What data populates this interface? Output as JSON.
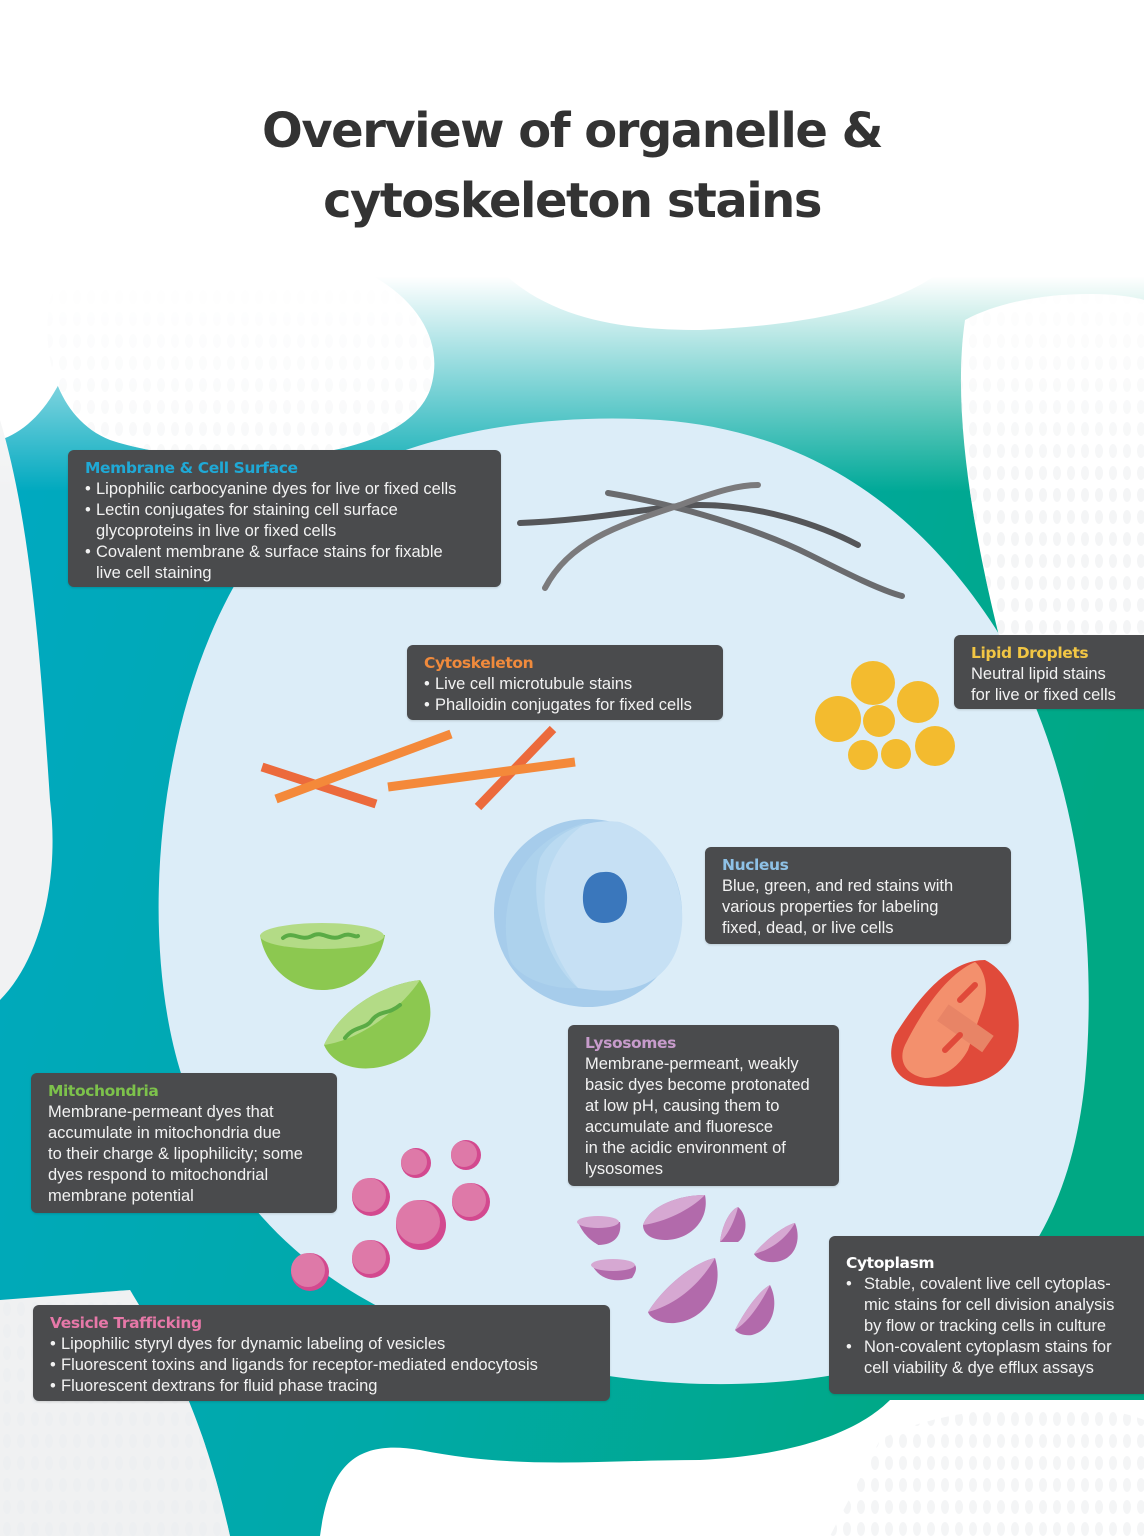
{
  "title": {
    "line1": "Overview of organelle &",
    "line2": "cytoskeleton stains"
  },
  "colors": {
    "card_background": "#4a4b4d",
    "cell_interior": "#dcedf8",
    "membrane_teal": "#00a7b5",
    "membrane_green": "#00a88a",
    "membrane_heading": "#1fa9d6",
    "cytoskeleton_heading": "#f08a3c",
    "lipid_heading": "#f2c644",
    "nucleus_heading": "#8ec1e6",
    "mitochondria_heading": "#7dc24b",
    "lysosome_heading": "#c79bcb",
    "vesicle_heading": "#e678a8",
    "cytoplasm_heading": "#ffffff"
  },
  "cards": {
    "membrane": {
      "heading": "Membrane & Cell Surface",
      "items": [
        "Lipophilic carbocyanine dyes for live or fixed cells",
        "Lectin conjugates for staining cell surface glycoproteins in live or fixed cells",
        "Covalent membrane & surface stains for fixable live cell staining"
      ]
    },
    "cytoskeleton": {
      "heading": "Cytoskeleton",
      "items": [
        "Live cell microtubule stains",
        "Phalloidin conjugates for fixed cells"
      ]
    },
    "lipid_droplets": {
      "heading": "Lipid Droplets",
      "text": "Neutral lipid stains\nfor live or fixed cells"
    },
    "nucleus": {
      "heading": "Nucleus",
      "text": "Blue, green, and red stains with\nvarious properties for labeling\nfixed, dead, or live cells"
    },
    "lysosomes": {
      "heading": "Lysosomes",
      "text": "Membrane-permeant, weakly\nbasic dyes become protonated\nat low pH, causing them to\naccumulate and fluoresce\nin the acidic environment of\nlysosomes"
    },
    "mitochondria": {
      "heading": "Mitochondria",
      "text": "Membrane-permeant dyes that\naccumulate in mitochondria due\nto their charge & lipophilicity; some\ndyes respond to mitochondrial\nmembrane potential"
    },
    "vesicle": {
      "heading": "Vesicle Trafficking",
      "items": [
        "Lipophilic styryl dyes for dynamic labeling of vesicles",
        "Fluorescent toxins and ligands for receptor-mediated endocytosis",
        "Fluorescent dextrans for fluid phase tracing"
      ]
    },
    "cytoplasm": {
      "heading": "Cytoplasm",
      "items": [
        "Stable, covalent live cell cytoplas-mic stains for cell division analysis by flow or tracking cells in culture",
        "Non-covalent cytoplasm stains for cell viability & dye efflux assays"
      ]
    }
  }
}
